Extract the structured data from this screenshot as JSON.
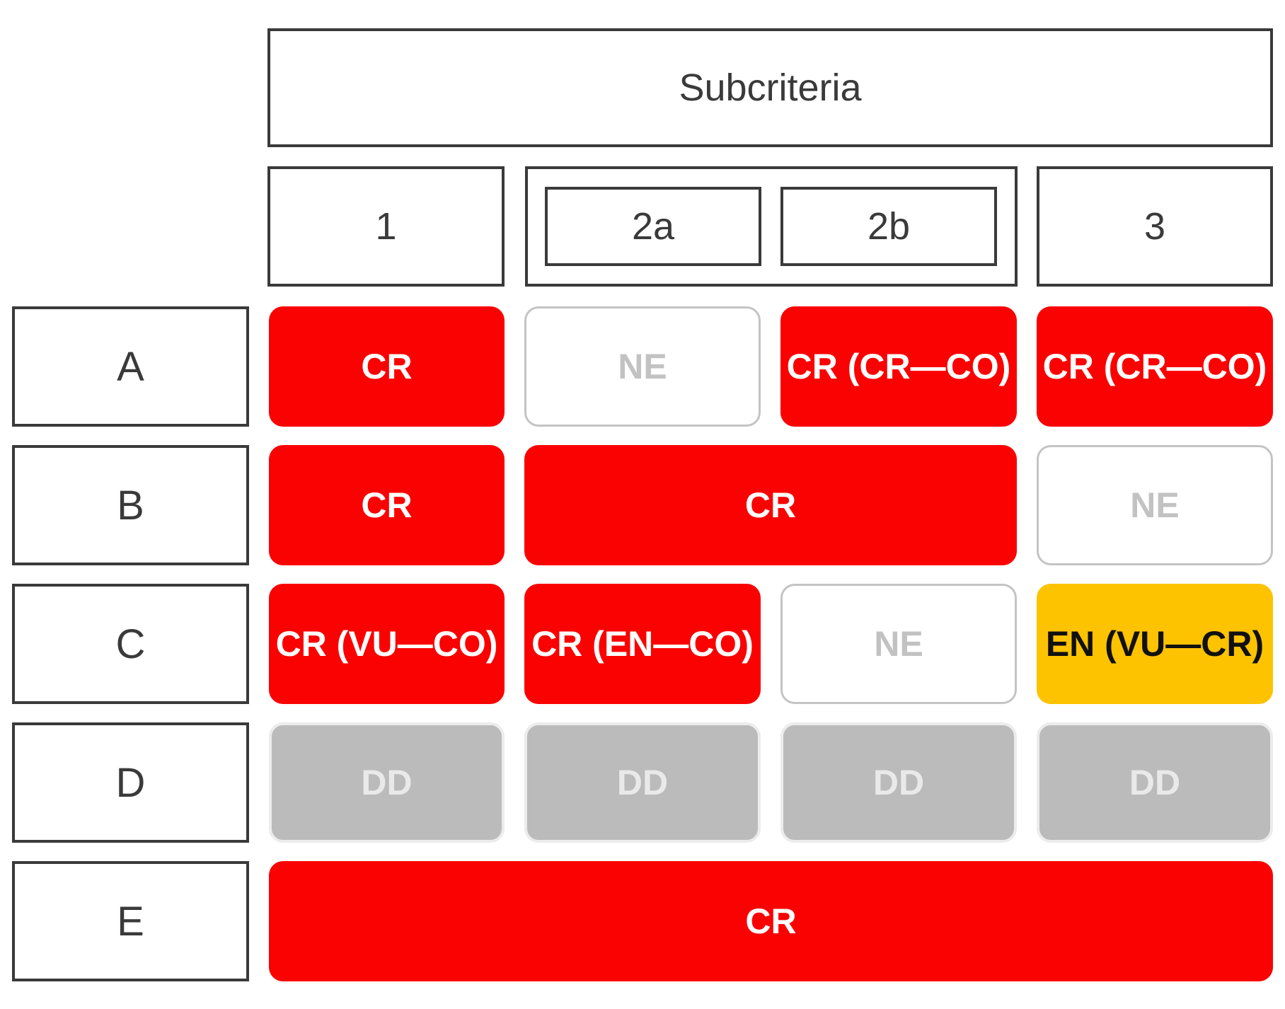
{
  "diagram": {
    "title": "Subcriteria",
    "column_labels": {
      "c1": "1",
      "c2a": "2a",
      "c2b": "2b",
      "c3": "3"
    },
    "row_labels": {
      "A": "A",
      "B": "B",
      "C": "C",
      "D": "D",
      "E": "E"
    },
    "cells": {
      "A": {
        "c1": "CR",
        "c2a": "NE",
        "c2b": "CR (CR—CO)",
        "c3": "CR (CR—CO)"
      },
      "B": {
        "c1": "CR",
        "c2ab": "CR",
        "c3": "NE"
      },
      "C": {
        "c1": "CR (VU—CO)",
        "c2a": "CR (EN—CO)",
        "c2b": "NE",
        "c3": "EN (VU—CR)"
      },
      "D": {
        "c1": "DD",
        "c2a": "DD",
        "c2b": "DD",
        "c3": "DD"
      },
      "E": {
        "all": "CR"
      }
    },
    "colors": {
      "critically_endangered_red": "#FA0202",
      "endangered_amber": "#FDC300",
      "data_deficient_gray": "#BBBBBB",
      "not_evaluated_border": "#C4C4C4",
      "not_evaluated_text": "#C2C2C2",
      "dd_text": "#E9E9E9",
      "outline_dark": "#3A3A3A",
      "label_text": "#3A3A3A",
      "en_cell_text": "#111111",
      "background": "#FFFFFF"
    }
  }
}
